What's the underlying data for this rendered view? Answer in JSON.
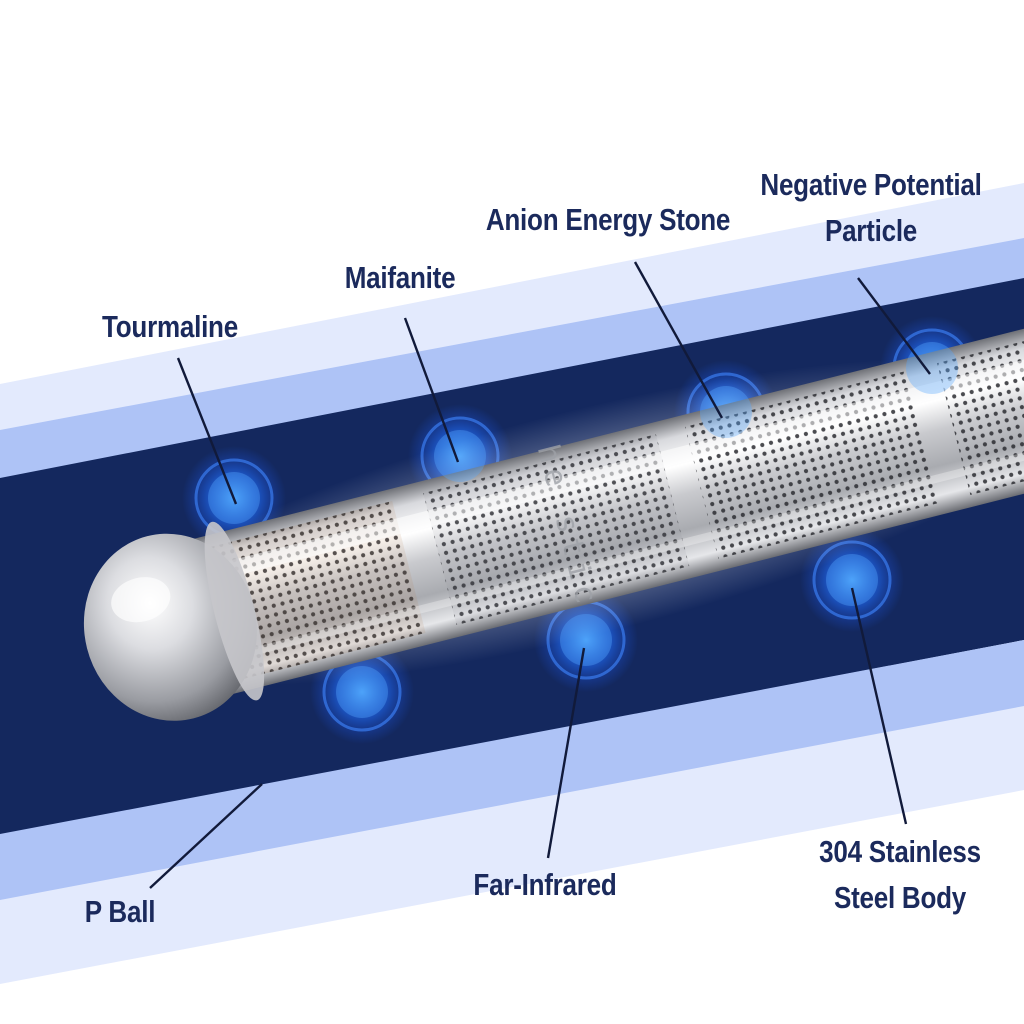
{
  "labels": {
    "tourmaline": "Tourmaline",
    "maifanite": "Maifanite",
    "anion_energy_stone": "Anion Energy Stone",
    "negative_potential_line1": "Negative Potential",
    "negative_potential_line2": "Particle",
    "p_ball": "P Ball",
    "far_infrared": "Far-Infrared",
    "stainless_line1": "304 Stainless",
    "stainless_line2": "Steel Body"
  },
  "engraving": "he stic",
  "colors": {
    "label_text": "#1b2a5c",
    "band_dark": "#14285e",
    "band_medium": "#aec3f6",
    "band_light": "#e3eafd",
    "glow_blue": "#1e63e6",
    "steel_light": "#f4f4f6",
    "steel_dark": "#8a8c92"
  },
  "icons": {
    "energy_marker": "blue-glow-ring-icon",
    "cap": "steel-dome-cap"
  }
}
